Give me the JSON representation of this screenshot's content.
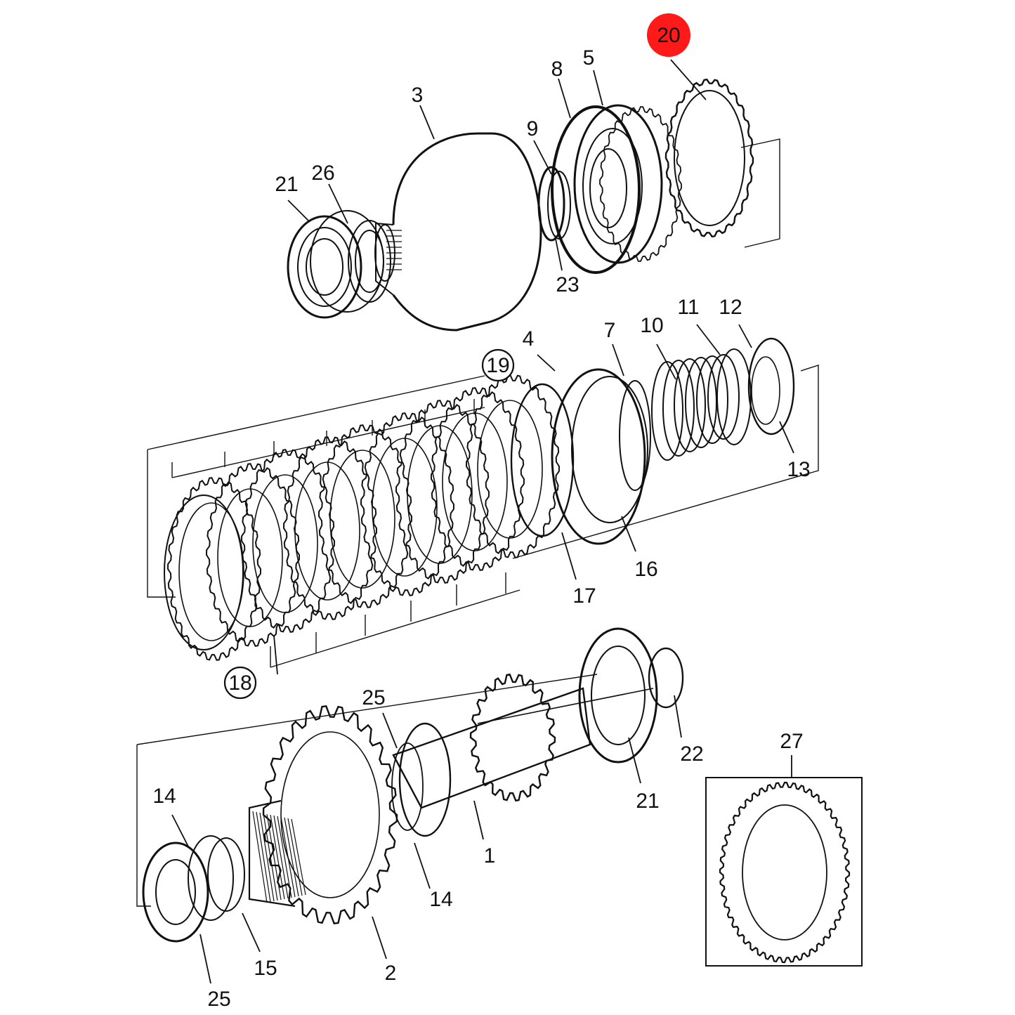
{
  "colors": {
    "ink": "#111111",
    "highlight": "#ff1a1a",
    "background": "#ffffff"
  },
  "callouts": [
    {
      "id": "c20",
      "text": "20",
      "style": "highlight"
    },
    {
      "id": "c5",
      "text": "5"
    },
    {
      "id": "c8",
      "text": "8"
    },
    {
      "id": "c3",
      "text": "3"
    },
    {
      "id": "c9",
      "text": "9"
    },
    {
      "id": "c21a",
      "text": "21"
    },
    {
      "id": "c26",
      "text": "26"
    },
    {
      "id": "c23",
      "text": "23"
    },
    {
      "id": "c4",
      "text": "4"
    },
    {
      "id": "c7",
      "text": "7"
    },
    {
      "id": "c10",
      "text": "10"
    },
    {
      "id": "c11",
      "text": "11"
    },
    {
      "id": "c12",
      "text": "12"
    },
    {
      "id": "c19",
      "text": "19",
      "style": "circled"
    },
    {
      "id": "c13",
      "text": "13"
    },
    {
      "id": "c16",
      "text": "16"
    },
    {
      "id": "c17",
      "text": "17"
    },
    {
      "id": "c18",
      "text": "18",
      "style": "circled"
    },
    {
      "id": "c25a",
      "text": "25"
    },
    {
      "id": "c22",
      "text": "22"
    },
    {
      "id": "c21b",
      "text": "21"
    },
    {
      "id": "c27",
      "text": "27"
    },
    {
      "id": "c14a",
      "text": "14"
    },
    {
      "id": "c1",
      "text": "1"
    },
    {
      "id": "c14b",
      "text": "14"
    },
    {
      "id": "c15",
      "text": "15"
    },
    {
      "id": "c2",
      "text": "2"
    },
    {
      "id": "c25b",
      "text": "25"
    }
  ]
}
